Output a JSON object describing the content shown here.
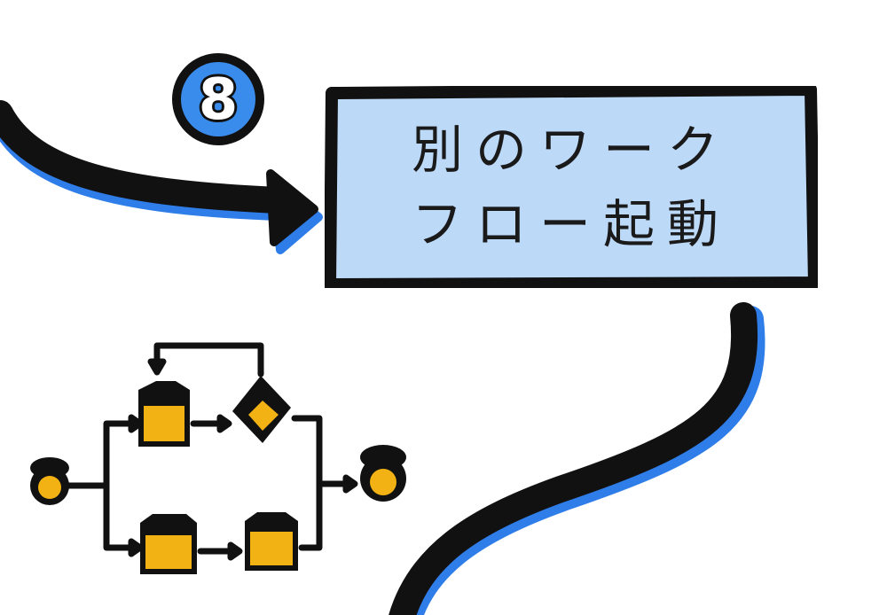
{
  "step": {
    "number": "8",
    "label_lines": [
      "別のワーク",
      "フロー起動"
    ]
  },
  "colors": {
    "box_fill": "#bcd9f8",
    "outline": "#111111",
    "accent_blue": "#2f7de8",
    "node_fill": "#f3b213",
    "badge_fill": "#3a8cec"
  },
  "workflow_icon": {
    "nodes": [
      "start-node",
      "task-node",
      "decision-node",
      "task-node",
      "task-node",
      "end-node"
    ]
  }
}
